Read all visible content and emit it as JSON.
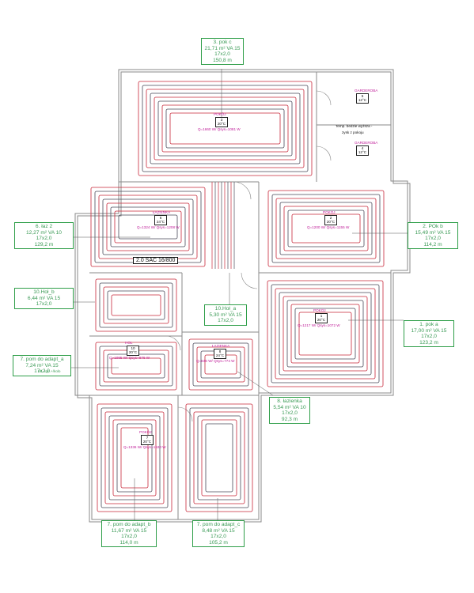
{
  "labels": [
    {
      "id": "l3",
      "lines": [
        "3. pok c",
        "21,71 m²  VA 15",
        "17x2,0",
        "150,8 m"
      ]
    },
    {
      "id": "l6",
      "lines": [
        "6. łaz 2",
        "12,27 m²  VA 10",
        "17x2,0",
        "129,2 m"
      ]
    },
    {
      "id": "l2",
      "lines": [
        "2. POk b",
        "15,49 m²  VA 15",
        "17x2,0",
        "114,2 m"
      ]
    },
    {
      "id": "l10b",
      "lines": [
        "10.Hoł_b",
        "6,44 m²  VA 15",
        "17x2,0"
      ]
    },
    {
      "id": "l10a",
      "lines": [
        "10.Hoł_a",
        "5,30 m²  VA 15",
        "17x2,0"
      ]
    },
    {
      "id": "l1",
      "lines": [
        "1. pok a",
        "17,00 m²  VA 15",
        "17x2,0",
        "123,2 m"
      ]
    },
    {
      "id": "l7a",
      "lines": [
        "7. pom do adapt_a",
        "7,24 m²  VA 15",
        "17x2,0"
      ]
    },
    {
      "id": "l8",
      "lines": [
        "8. łazienka",
        "5,54 m²  VA 10",
        "17x2,0",
        "92,3 m"
      ]
    },
    {
      "id": "l7b",
      "lines": [
        "7. pom do adapt_b",
        "11,67 m²  VA 15",
        "17x2,0",
        "114,0 m"
      ]
    },
    {
      "id": "l7c",
      "lines": [
        "7. pom do adapt_c",
        "8,48 m²  VA 15",
        "17x2,0",
        "105,2 m"
      ]
    }
  ],
  "rooms": [
    {
      "name": "POKÓJ",
      "num": "3",
      "temp": "20°C",
      "q": "Q=1660 W/  Qsys=1081 W"
    },
    {
      "name": "ŁAZIENKA",
      "num": "6",
      "temp": "24°C",
      "q": "Q=1324 W/  Qsys=1208 W"
    },
    {
      "name": "POKÓJ",
      "num": "2",
      "temp": "20°C",
      "q": "Q=1200 W/  Qsys=1155 W"
    },
    {
      "name": "POKÓJ",
      "num": "1",
      "temp": "20°C",
      "q": "Q=1217 W/  Qsys=1072 W"
    },
    {
      "name": "HOL",
      "num": "10",
      "temp": "20°C",
      "q": "Q=1095 W/  Qsys=876 W"
    },
    {
      "name": "ŁAZIENKA",
      "num": "8",
      "temp": "24°C",
      "q": "Q=846 W/  Qsys=774 W"
    },
    {
      "name": "POKÓJ",
      "num": "7",
      "temp": "20°C",
      "q": "Q=1336 W/  Qsys=1530 W"
    },
    {
      "name": "GARDEROBA",
      "num": "5",
      "temp": "12°C"
    },
    {
      "name": "GARDEROBA",
      "num": "4",
      "temp": "12°C"
    }
  ],
  "misc": {
    "note_line1": "Temp. bedzie wyższa -",
    "note_line2": "zysk z pokoju",
    "manifold": "2.0   SAC 16/800",
    "sub_label": "24, szp.+/kolo"
  },
  "colors": {
    "pipe_red": "#c8283a",
    "pipe_dark": "#4a4a5a",
    "wall": "#8a8a8a",
    "label": "#2e9e48",
    "room_text": "#c0209a"
  }
}
